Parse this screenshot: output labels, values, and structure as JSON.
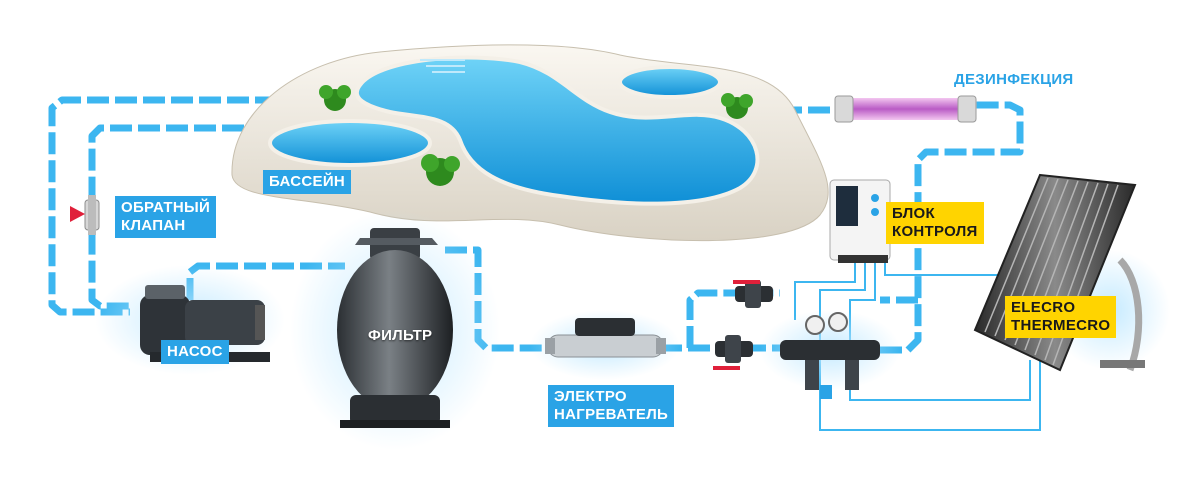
{
  "labels": {
    "pool": "БАССЕЙН",
    "disinfection": "ДЕЗИНФЕКЦИЯ",
    "check_valve_1": "ОБРАТНЫЙ",
    "check_valve_2": "КЛАПАН",
    "control_1": "БЛОК",
    "control_2": "КОНТРОЛЯ",
    "pump": "НАСОС",
    "filter": "ФИЛЬТР",
    "heater_1": "ЭЛЕКТРО",
    "heater_2": "НАГРЕВАТЕЛЬ",
    "solar_1": "ELECRO",
    "solar_2": "THERMECRO"
  },
  "colors": {
    "pipe": "#3cb6f0",
    "pool_water": "#1fa9e8",
    "pool_deck": "#f1ece3",
    "label_blue": "#2aa3e6",
    "label_yellow": "#ffd400",
    "wire": "#3cb6f0",
    "valve_red": "#e0203a"
  },
  "icons": [
    "pool-icon",
    "plant-icon",
    "uv-lamp-icon",
    "check-valve-icon",
    "control-unit-icon",
    "pump-icon",
    "filter-icon",
    "heater-icon",
    "ball-valve-icon",
    "manifold-icon",
    "solar-collector-icon"
  ]
}
